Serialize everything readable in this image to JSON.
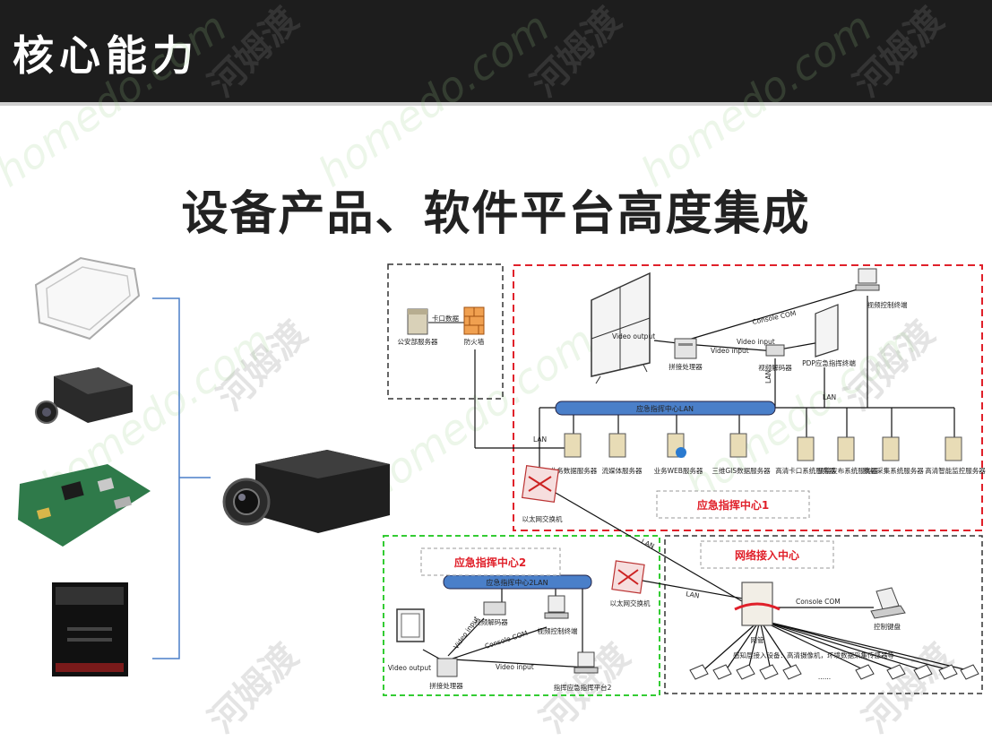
{
  "header": {
    "title": "核心能力"
  },
  "subtitle": "设备产品、软件平台高度集成",
  "watermark": {
    "text": "homedo.com",
    "text_cn": "河姆渡"
  },
  "colors": {
    "header_bg": "#1d1d1d",
    "zone_red": "#e0202a",
    "zone_green": "#33cc33",
    "lan_bar": "#4a7fc9"
  },
  "zones": {
    "police": {
      "server": "公安部服务器",
      "card_data": "卡口数据",
      "firewall": "防火墙"
    },
    "center1": {
      "title": "应急指挥中心1",
      "lan_bar": "应急指挥中心LAN",
      "video_output": "Video output",
      "video_input_a": "Video input",
      "video_input_b": "Video input",
      "console": "Console COM",
      "splicer": "拼接处理器",
      "decoder": "视频解码器",
      "pdp": "PDP应急指挥终端",
      "video_terminal": "视频控制终端",
      "lan": "LAN",
      "lan2": "LAN",
      "lan3": "LAN",
      "switch": "以太网交换机",
      "servers": [
        "业务数据服务器",
        "流媒体服务器",
        "业务WEB服务器",
        "三维GIS数据服务器",
        "高清卡口系统服务器",
        "预警发布系统服务器",
        "数据采集系统服务器",
        "高清智能监控服务器"
      ]
    },
    "center2": {
      "title": "应急指挥中心2",
      "lan_bar": "应急指挥中心2LAN",
      "decoder": "视频解码器",
      "video_terminal": "视频控制终端",
      "video_output": "Video output",
      "video_input_a": "Video input",
      "video_input_b": "Video input",
      "console": "Console COM",
      "splicer": "拼接处理器",
      "platform": "指挥应急指挥平台2",
      "switch": "以太网交换机"
    },
    "access": {
      "title": "网络接入中心",
      "lan": "LAN",
      "lan2": "LAN",
      "gateway": "网管",
      "console": "Console COM",
      "keyboard": "控制键盘",
      "sensors": "感知层接入设备：高清摄像机，环境数据采集传感器等",
      "dots": "......"
    }
  }
}
